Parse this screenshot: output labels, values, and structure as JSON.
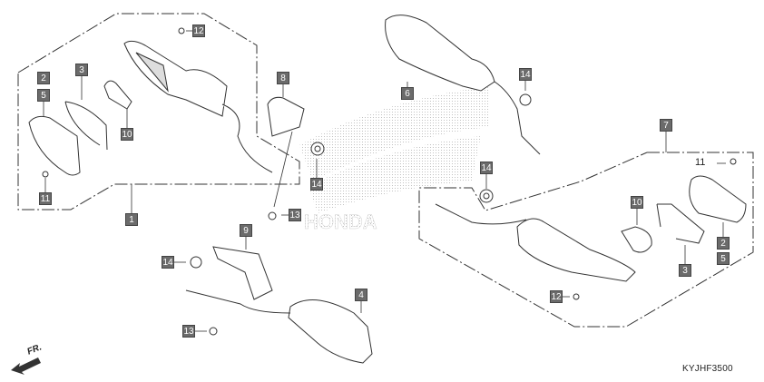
{
  "diagram": {
    "watermark": "HONDA",
    "drawing_code": "KYJHF3500",
    "front_indicator": "FR.",
    "callouts": {
      "left_upper": {
        "p12": "12",
        "p2": "2",
        "p3": "3",
        "p5": "5",
        "p10": "10",
        "p11": "11",
        "p1": "1",
        "p8": "8",
        "p14": "14",
        "p13": "13"
      },
      "left_lower": {
        "p9": "9",
        "p14": "14",
        "p13": "13",
        "p4": "4"
      },
      "right_upper": {
        "p6": "6",
        "p14": "14"
      },
      "right_lower": {
        "p7": "7",
        "p14": "14",
        "p11": "11",
        "p10": "10",
        "p2": "2",
        "p5": "5",
        "p3": "3",
        "p12": "12"
      }
    }
  }
}
